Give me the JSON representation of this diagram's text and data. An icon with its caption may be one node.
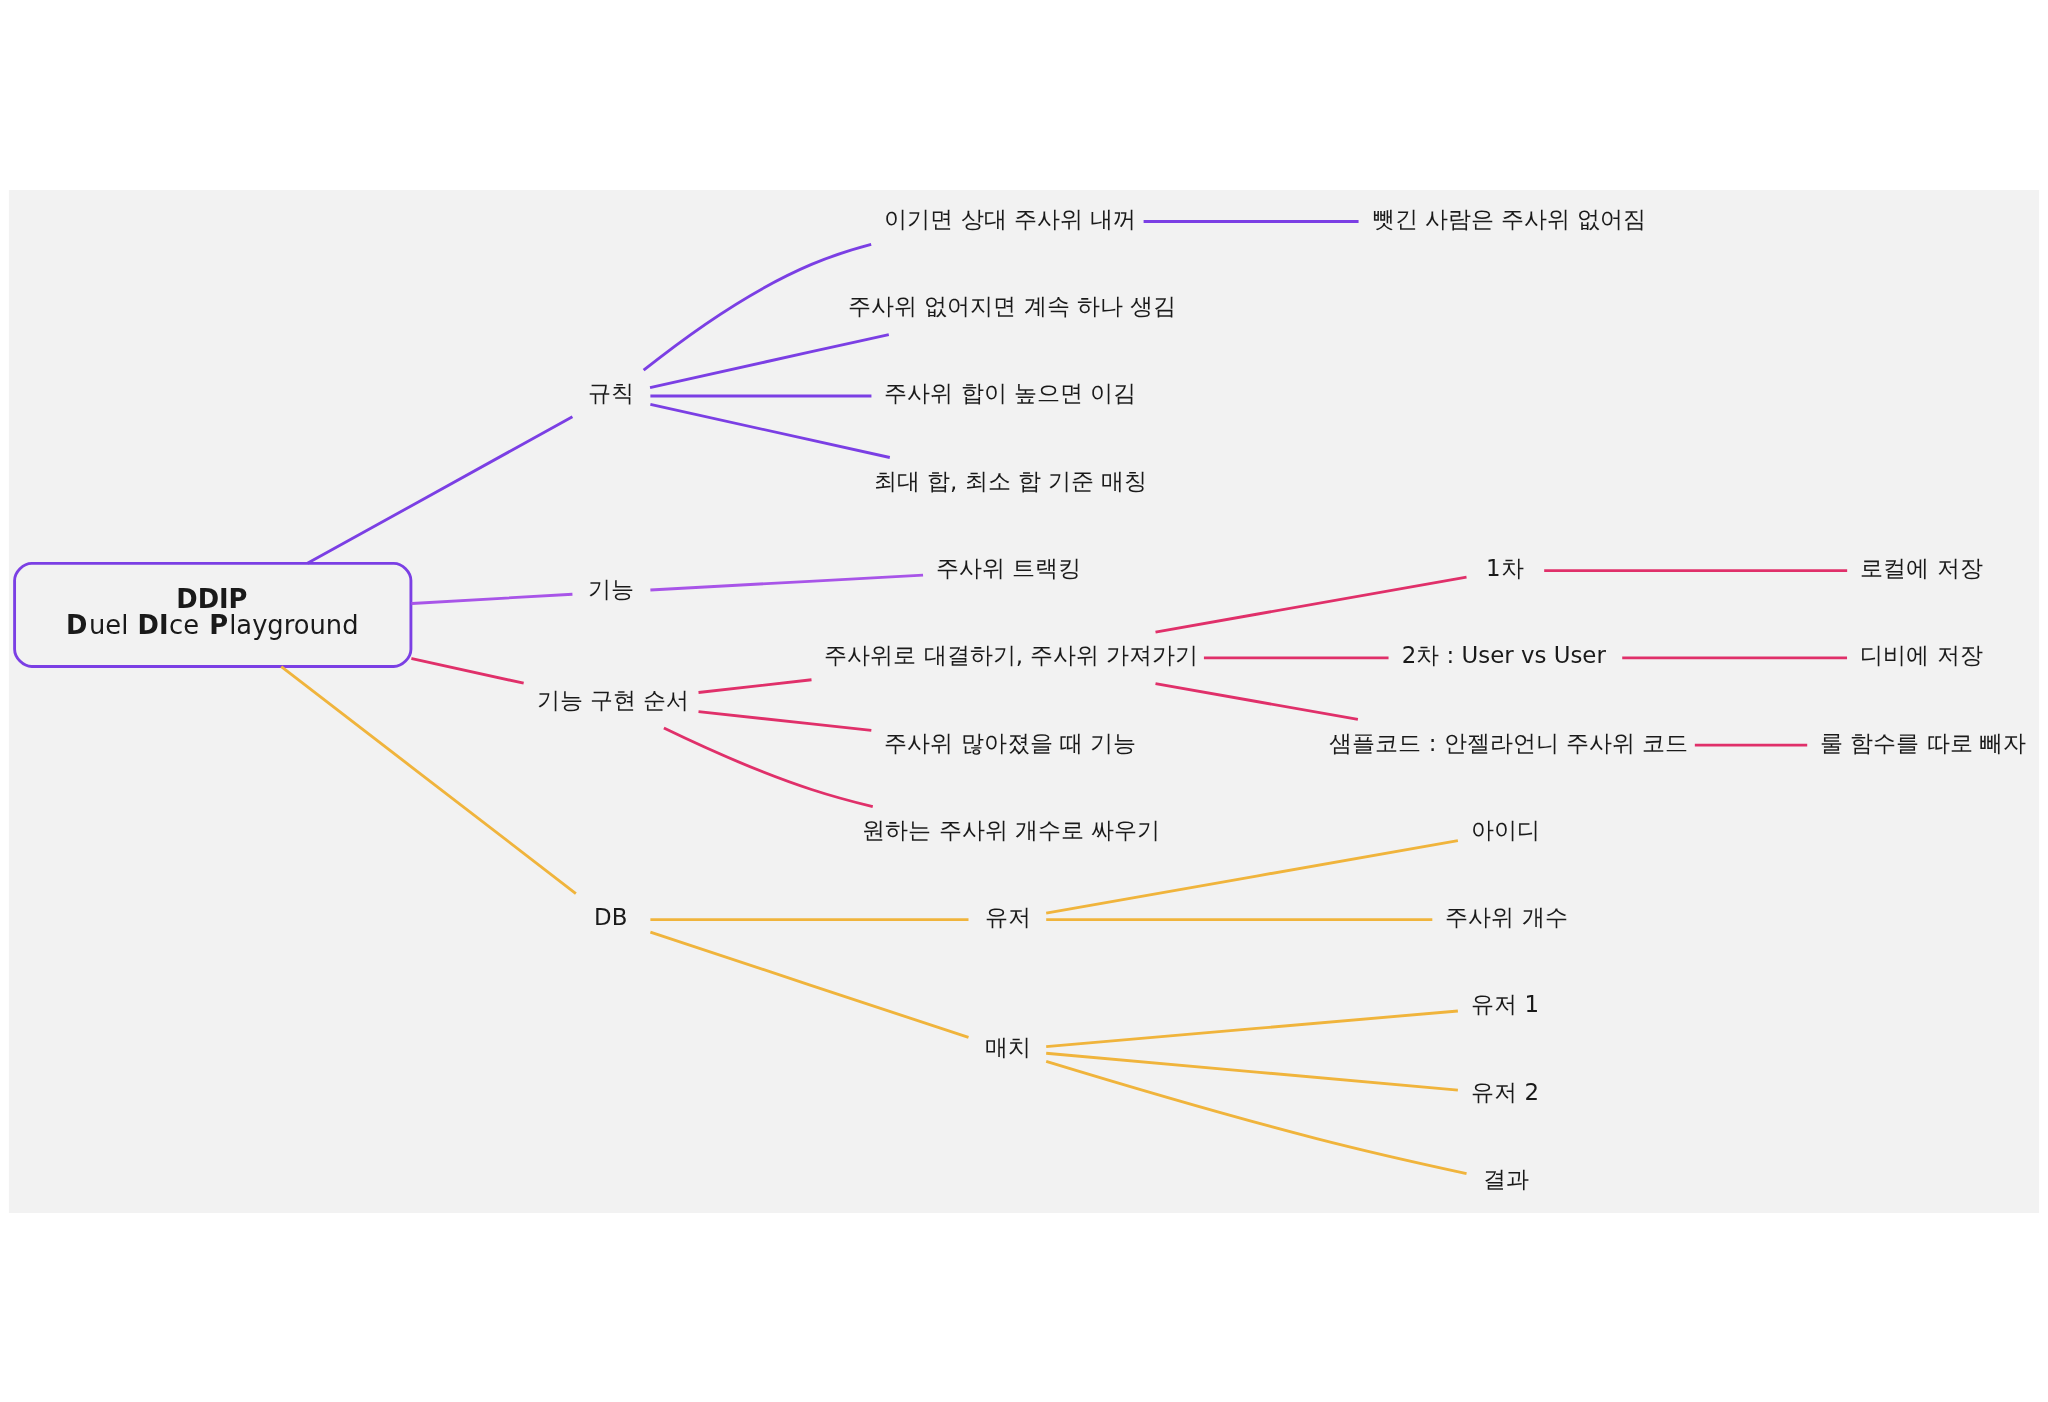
{
  "diagram": {
    "nodes": [
      {
        "text": [
          "DDIP",
          "**D**uel **DI**ce **P**layground"
        ]
      },
      {
        "text": [
          "규칙"
        ]
      },
      {
        "text": [
          "이기면 상대 주사위 내꺼"
        ]
      },
      {
        "text": [
          "뺏긴 사람은 주사위 없어짐"
        ]
      },
      {
        "text": [
          "주사위 없어지면 계속 하나 생김"
        ]
      },
      {
        "text": [
          "주사위 합이 높으면 이김"
        ]
      },
      {
        "text": [
          "최대 합, 최소 합 기준 매칭"
        ]
      },
      {
        "text": [
          "기능"
        ]
      },
      {
        "text": [
          "주사위 트랙킹"
        ]
      },
      {
        "text": [
          "기능 구현 순서"
        ]
      },
      {
        "text": [
          "주사위로 대결하기, 주사위 가져가기"
        ]
      },
      {
        "text": [
          "1차"
        ]
      },
      {
        "text": [
          "로컬에 저장"
        ]
      },
      {
        "text": [
          "2차 : User vs User"
        ]
      },
      {
        "text": [
          "디비에 저장"
        ]
      },
      {
        "text": [
          "샘플코드 : 안젤라언니 주사위 코드"
        ]
      },
      {
        "text": [
          "룰 함수를 따로 빼자"
        ]
      },
      {
        "text": [
          "주사위 많아졌을 때 기능"
        ]
      },
      {
        "text": [
          "원하는 주사위 개수로 싸우기"
        ]
      },
      {
        "text": [
          "DB"
        ]
      },
      {
        "text": [
          "유저"
        ]
      },
      {
        "text": [
          "아이디"
        ]
      },
      {
        "text": [
          "주사위 개수"
        ]
      },
      {
        "text": [
          "매치"
        ]
      },
      {
        "text": [
          "유저 1"
        ]
      },
      {
        "text": [
          "유저 2"
        ]
      },
      {
        "text": [
          "결과"
        ]
      }
    ],
    "edges": [
      {
        "from": 0,
        "to": 1,
        "arrow": "none",
        "color": "#7b3fe4"
      },
      {
        "from": 1,
        "to": 2,
        "arrow": "none",
        "color": "#7b3fe4"
      },
      {
        "from": 2,
        "to": 3,
        "arrow": "none",
        "color": "#7b3fe4"
      },
      {
        "from": 1,
        "to": 4,
        "arrow": "none",
        "color": "#7b3fe4"
      },
      {
        "from": 1,
        "to": 5,
        "arrow": "none",
        "color": "#7b3fe4"
      },
      {
        "from": 1,
        "to": 6,
        "arrow": "none",
        "color": "#7b3fe4"
      },
      {
        "from": 0,
        "to": 7,
        "arrow": "none",
        "color": "#a855e8"
      },
      {
        "from": 7,
        "to": 8,
        "arrow": "none",
        "color": "#a855e8"
      },
      {
        "from": 0,
        "to": 9,
        "arrow": "none"
      },
      {
        "from": 9,
        "to": 10,
        "arrow": "none"
      },
      {
        "from": 10,
        "to": 11,
        "arrow": "none"
      },
      {
        "from": 11,
        "to": 12,
        "arrow": "none"
      },
      {
        "from": 10,
        "to": 13,
        "arrow": "none"
      },
      {
        "from": 13,
        "to": 14,
        "arrow": "none"
      },
      {
        "from": 10,
        "to": 15,
        "arrow": "none"
      },
      {
        "from": 15,
        "to": 16,
        "arrow": "none"
      },
      {
        "from": 9,
        "to": 17,
        "arrow": "none"
      },
      {
        "from": 9,
        "to": 18,
        "arrow": "none"
      },
      {
        "from": 0,
        "to": 19,
        "arrow": "none",
        "color": "#f0b43c"
      },
      {
        "from": 19,
        "to": 20,
        "arrow": "none",
        "color": "#f0b43c"
      },
      {
        "from": 20,
        "to": 21,
        "arrow": "none",
        "color": "#f0b43c"
      },
      {
        "from": 20,
        "to": 22,
        "arrow": "none",
        "color": "#f0b43c"
      },
      {
        "from": 19,
        "to": 23,
        "arrow": "none",
        "color": "#f0b43c"
      },
      {
        "from": 23,
        "to": 24,
        "arrow": "none",
        "color": "#f0b43c"
      },
      {
        "from": 23,
        "to": 25,
        "arrow": "none",
        "color": "#f0b43c"
      },
      {
        "from": 23,
        "to": 26,
        "arrow": "none",
        "color": "#f0b43c"
      }
    ]
  }
}
